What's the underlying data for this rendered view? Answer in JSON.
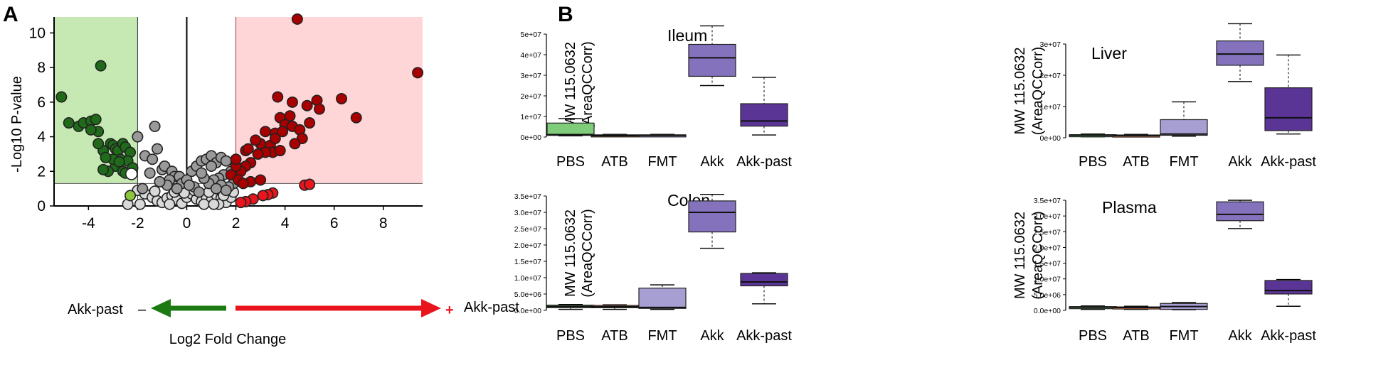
{
  "panels": {
    "a": "A",
    "b": "B"
  },
  "colors": {
    "green_region": "#c6e9b4",
    "red_region": "#ffd6d8",
    "grey_light": "#d9d9d9",
    "grey_dark": "#999999",
    "sig_down": "#1f6b1a",
    "sig_down_light": "#8cc63f",
    "sig_up": "#a80000",
    "sig_up_light": "#e8151d",
    "highlight": "#3b66d8",
    "box_pbs": "#7fcc7a",
    "box_atb": "#ef7a4a",
    "box_fmt": "#a79fd2",
    "box_akk": "#8572bd",
    "box_akkpast": "#5b3596"
  },
  "chart_data": [
    {
      "type": "scatter",
      "xlabel": "Log2 Fold Change",
      "ylabel": "-Log10 P-value",
      "xlim": [
        -5.4,
        9.6
      ],
      "ylim": [
        0,
        11
      ],
      "xticks": [
        "-4",
        "-2",
        "0",
        "2",
        "4",
        "6",
        "8"
      ],
      "yticks": [
        "0",
        "2",
        "4",
        "6",
        "8",
        "10"
      ],
      "thresholds": {
        "fc_low": -2,
        "fc_high": 2,
        "p": 1.3
      },
      "arrow_left_label": "Akk-past",
      "arrow_left_sign": "–",
      "arrow_right_label": "Akk-past",
      "arrow_right_sign": "+",
      "series": [
        {
          "group": "down-significant",
          "color": "#1f6b1a",
          "points": [
            [
              -5.1,
              6.3
            ],
            [
              -4.8,
              4.8
            ],
            [
              -4.4,
              4.6
            ],
            [
              -4.2,
              4.8
            ],
            [
              -3.9,
              4.9
            ],
            [
              -3.7,
              5.0
            ],
            [
              -3.6,
              4.3
            ],
            [
              -3.9,
              4.4
            ],
            [
              -3.5,
              8.1
            ],
            [
              -3.4,
              3.2
            ],
            [
              -3.1,
              3.6
            ],
            [
              -3.0,
              3.5
            ],
            [
              -2.9,
              3.3
            ],
            [
              -2.8,
              3.2
            ],
            [
              -2.7,
              2.7
            ],
            [
              -2.6,
              3.6
            ],
            [
              -2.5,
              3.4
            ],
            [
              -2.3,
              3.1
            ],
            [
              -2.9,
              2.3
            ],
            [
              -3.2,
              2.0
            ],
            [
              -3.4,
              2.1
            ],
            [
              -2.6,
              2.0
            ],
            [
              -2.4,
              2.6
            ],
            [
              -3.0,
              2.7
            ],
            [
              -3.3,
              2.8
            ],
            [
              -3.6,
              3.6
            ],
            [
              -2.2,
              2.2
            ],
            [
              -2.5,
              1.9
            ],
            [
              -2.75,
              2.55
            ]
          ]
        },
        {
          "group": "down-nonsig",
          "color": "#8cc63f",
          "points": [
            [
              -2.3,
              0.6
            ]
          ]
        },
        {
          "group": "highlighted",
          "color": "#3b66d8",
          "points": [
            [
              -2.25,
              1.85
            ]
          ]
        },
        {
          "group": "up-significant",
          "color": "#a80000",
          "points": [
            [
              9.4,
              7.7
            ],
            [
              4.5,
              10.8
            ],
            [
              4.3,
              6.0
            ],
            [
              3.7,
              6.3
            ],
            [
              4.9,
              5.8
            ],
            [
              6.3,
              6.2
            ],
            [
              5.3,
              6.1
            ],
            [
              5.4,
              5.6
            ],
            [
              6.9,
              5.1
            ],
            [
              3.8,
              5.1
            ],
            [
              4.2,
              5.2
            ],
            [
              4.0,
              4.7
            ],
            [
              4.3,
              4.6
            ],
            [
              5.0,
              4.8
            ],
            [
              3.6,
              4.2
            ],
            [
              4.6,
              4.4
            ],
            [
              4.7,
              3.9
            ],
            [
              4.4,
              3.6
            ],
            [
              3.2,
              4.3
            ],
            [
              3.0,
              3.6
            ],
            [
              2.8,
              3.8
            ],
            [
              2.4,
              3.2
            ],
            [
              3.4,
              3.5
            ],
            [
              3.5,
              3.1
            ],
            [
              3.8,
              3.2
            ],
            [
              3.2,
              3.1
            ],
            [
              2.6,
              2.5
            ],
            [
              2.4,
              2.3
            ],
            [
              2.2,
              2.0
            ],
            [
              2.0,
              2.3
            ],
            [
              1.8,
              1.8
            ],
            [
              2.1,
              1.5
            ],
            [
              2.6,
              1.4
            ],
            [
              3.0,
              1.5
            ],
            [
              2.3,
              1.3
            ],
            [
              2.9,
              3.0
            ],
            [
              2.5,
              3.3
            ],
            [
              3.6,
              3.9
            ],
            [
              3.9,
              4.3
            ],
            [
              2.0,
              2.7
            ]
          ]
        },
        {
          "group": "up-nonsig",
          "color": "#e8151d",
          "points": [
            [
              4.8,
              1.2
            ],
            [
              5.0,
              1.25
            ],
            [
              3.5,
              0.75
            ],
            [
              3.3,
              0.65
            ],
            [
              3.1,
              0.6
            ],
            [
              2.7,
              0.4
            ],
            [
              2.4,
              0.25
            ],
            [
              2.2,
              0.2
            ]
          ]
        },
        {
          "group": "nonsig",
          "color": "#999999",
          "points": [
            [
              -1.7,
              2.9
            ],
            [
              -1.4,
              2.7
            ],
            [
              -2.0,
              4.0
            ],
            [
              -1.3,
              4.6
            ],
            [
              -1.2,
              3.3
            ],
            [
              -1.0,
              2.1
            ],
            [
              -0.9,
              2.3
            ],
            [
              -0.6,
              2.0
            ],
            [
              -0.5,
              1.7
            ],
            [
              -0.7,
              1.5
            ],
            [
              -0.3,
              1.7
            ],
            [
              0.2,
              2.0
            ],
            [
              0.4,
              2.3
            ],
            [
              0.6,
              2.6
            ],
            [
              0.8,
              2.7
            ],
            [
              1.0,
              2.9
            ],
            [
              1.2,
              2.5
            ],
            [
              1.4,
              2.8
            ],
            [
              1.6,
              2.6
            ],
            [
              1.8,
              2.0
            ],
            [
              1.5,
              1.8
            ],
            [
              1.3,
              1.6
            ],
            [
              1.1,
              1.5
            ],
            [
              0.9,
              1.3
            ],
            [
              0.3,
              1.1
            ],
            [
              0.7,
              1.6
            ],
            [
              -0.2,
              1.3
            ],
            [
              0.0,
              1.5
            ],
            [
              1.9,
              1.3
            ],
            [
              1.7,
              1.1
            ],
            [
              1.4,
              1.2
            ],
            [
              -1.5,
              1.9
            ],
            [
              -0.8,
              1.2
            ],
            [
              -0.4,
              1.0
            ],
            [
              0.5,
              0.8
            ],
            [
              1.6,
              0.9
            ],
            [
              1.0,
              2.3
            ],
            [
              0.6,
              1.9
            ],
            [
              0.1,
              1.2
            ],
            [
              -1.1,
              1.4
            ],
            [
              -1.8,
              1.0
            ],
            [
              1.2,
              1.0
            ]
          ]
        },
        {
          "group": "nonsig-light",
          "color": "#d9d9d9",
          "points": [
            [
              -2.0,
              0.9
            ],
            [
              -1.7,
              0.7
            ],
            [
              -1.4,
              0.5
            ],
            [
              -1.2,
              0.3
            ],
            [
              -1.0,
              0.2
            ],
            [
              -0.8,
              0.45
            ],
            [
              -0.6,
              0.6
            ],
            [
              -0.4,
              0.35
            ],
            [
              -0.2,
              0.15
            ],
            [
              0.0,
              0.5
            ],
            [
              0.2,
              0.7
            ],
            [
              0.4,
              0.4
            ],
            [
              0.6,
              0.25
            ],
            [
              0.8,
              0.55
            ],
            [
              1.0,
              0.3
            ],
            [
              1.2,
              0.65
            ],
            [
              1.4,
              0.45
            ],
            [
              1.6,
              0.2
            ],
            [
              1.8,
              0.5
            ],
            [
              -1.9,
              0.1
            ],
            [
              0.3,
              0.9
            ],
            [
              0.7,
              0.1
            ],
            [
              1.3,
              0.1
            ],
            [
              -0.5,
              0.8
            ],
            [
              1.9,
              0.8
            ],
            [
              1.5,
              0.6
            ],
            [
              -0.1,
              0.75
            ],
            [
              -1.3,
              0.85
            ],
            [
              -2.4,
              0.1
            ],
            [
              0.9,
              0.8
            ],
            [
              -0.7,
              0.1
            ],
            [
              1.1,
              0.1
            ]
          ]
        }
      ]
    },
    {
      "type": "box",
      "title": "Ileum",
      "ylabel_line1": "MW 115.0632",
      "ylabel_line2": "(AreaQCCorr)",
      "ylim": [
        0,
        50000000
      ],
      "yticks": [
        "0e+00",
        "1e+07",
        "2e+07",
        "3e+07",
        "4e+07",
        "5e+07"
      ],
      "categories": [
        "PBS",
        "ATB",
        "FMT",
        "Akk",
        "Akk-past"
      ],
      "boxes": [
        {
          "category": "PBS",
          "min": 600000,
          "q1": 800000,
          "median": 1200000,
          "q3": 6800000,
          "max": 9000000
        },
        {
          "category": "ATB",
          "min": 200000,
          "q1": 400000,
          "median": 700000,
          "q3": 1100000,
          "max": 1300000
        },
        {
          "category": "FMT",
          "min": 300000,
          "q1": 500000,
          "median": 800000,
          "q3": 1100000,
          "max": 1300000
        },
        {
          "category": "Akk",
          "min": 25000000,
          "q1": 29500000,
          "median": 38500000,
          "q3": 45000000,
          "max": 54000000
        },
        {
          "category": "Akk-past",
          "min": 1000000,
          "q1": 5300000,
          "median": 7800000,
          "q3": 16200000,
          "max": 29000000
        }
      ]
    },
    {
      "type": "box",
      "title": "Liver",
      "ylabel_line1": "MW 115.0632",
      "ylabel_line2": "(AreaQCCorr)",
      "ylim": [
        0,
        30000000
      ],
      "yticks": [
        "0e+00",
        "1e+07",
        "2e+07",
        "3e+07"
      ],
      "categories": [
        "PBS",
        "ATB",
        "FMT",
        "Akk",
        "Akk-past"
      ],
      "boxes": [
        {
          "category": "PBS",
          "min": 300000,
          "q1": 500000,
          "median": 800000,
          "q3": 1000000,
          "max": 1200000
        },
        {
          "category": "ATB",
          "min": 300000,
          "q1": 500000,
          "median": 700000,
          "q3": 900000,
          "max": 1100000
        },
        {
          "category": "FMT",
          "min": 500000,
          "q1": 800000,
          "median": 1200000,
          "q3": 5800000,
          "max": 11500000
        },
        {
          "category": "Akk",
          "min": 18000000,
          "q1": 23200000,
          "median": 26800000,
          "q3": 31000000,
          "max": 36500000
        },
        {
          "category": "Akk-past",
          "min": 1200000,
          "q1": 2300000,
          "median": 6400000,
          "q3": 16000000,
          "max": 26500000
        }
      ]
    },
    {
      "type": "box",
      "title": "Colon",
      "ylabel_line1": "MW 115.0632",
      "ylabel_line2": "(AreaQCCorr)",
      "ylim": [
        0,
        35000000
      ],
      "yticks": [
        "0.0e+00",
        "5.0e+06",
        "1.0e+07",
        "1.5e+07",
        "2.0e+07",
        "2.5e+07",
        "3.0e+07",
        "3.5e+07"
      ],
      "categories": [
        "PBS",
        "ATB",
        "FMT",
        "Akk",
        "Akk-past"
      ],
      "boxes": [
        {
          "category": "PBS",
          "min": 300000,
          "q1": 800000,
          "median": 1200000,
          "q3": 1600000,
          "max": 1800000
        },
        {
          "category": "ATB",
          "min": 300000,
          "q1": 800000,
          "median": 1100000,
          "q3": 1500000,
          "max": 1700000
        },
        {
          "category": "FMT",
          "min": 300000,
          "q1": 600000,
          "median": 900000,
          "q3": 6800000,
          "max": 7800000
        },
        {
          "category": "Akk",
          "min": 19000000,
          "q1": 24000000,
          "median": 30000000,
          "q3": 33500000,
          "max": 35500000
        },
        {
          "category": "Akk-past",
          "min": 2000000,
          "q1": 7500000,
          "median": 8700000,
          "q3": 11300000,
          "max": 11500000
        }
      ]
    },
    {
      "type": "box",
      "title": "Plasma",
      "ylabel_line1": "MW 115.0632",
      "ylabel_line2": "(AreaQCCorr)",
      "ylim": [
        0,
        35000000
      ],
      "yticks": [
        "0.0e+00",
        "5.0e+06",
        "1.0e+07",
        "1.5e+07",
        "2.0e+07",
        "2.5e+07",
        "3.0e+07",
        "3.5e+07"
      ],
      "categories": [
        "PBS",
        "ATB",
        "FMT",
        "Akk",
        "Akk-past"
      ],
      "boxes": [
        {
          "category": "PBS",
          "min": 300000,
          "q1": 700000,
          "median": 1000000,
          "q3": 1200000,
          "max": 1400000
        },
        {
          "category": "ATB",
          "min": 300000,
          "q1": 700000,
          "median": 900000,
          "q3": 1100000,
          "max": 1300000
        },
        {
          "category": "FMT",
          "min": 200000,
          "q1": 300000,
          "median": 1200000,
          "q3": 2200000,
          "max": 2500000
        },
        {
          "category": "Akk",
          "min": 26000000,
          "q1": 28500000,
          "median": 30500000,
          "q3": 34500000,
          "max": 35000000
        },
        {
          "category": "Akk-past",
          "min": 1300000,
          "q1": 5200000,
          "median": 6300000,
          "q3": 9500000,
          "max": 9800000
        }
      ]
    }
  ]
}
